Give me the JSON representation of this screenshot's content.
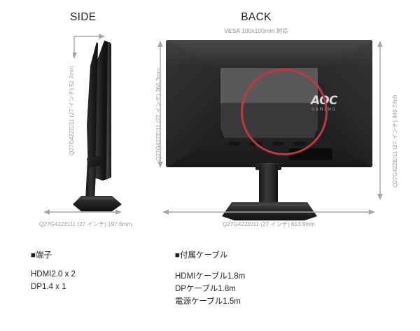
{
  "page": {
    "background": "#ffffff",
    "accent_red": "#bd3a3c",
    "dimension_line_color": "#a6a6a6"
  },
  "side_view": {
    "title": "SIDE",
    "depth_label": "Q27G42ZE/11 (27 インチ) 52.7mm",
    "width_label": "Q27G42ZE/11 (27 インチ) 197.6mm"
  },
  "back_view": {
    "title": "BACK",
    "subtitle": "VESA 100x100mm 対応",
    "height_label": "Q27G42ZE/11 (27 インチ) 366.3mm",
    "total_height_label": "Q27G42ZE/11 (27 インチ) 449.7mm",
    "width_label": "Q27G42ZE/11 (27 インチ) 613.9mm",
    "brand": "AOC",
    "brand_sub": "GAMING"
  },
  "ports_block": {
    "heading": "■端子",
    "lines": [
      "HDMI2.0 x 2",
      "DP1.4 x 1"
    ]
  },
  "cables_block": {
    "heading": "■付属ケーブル",
    "lines": [
      "HDMIケーブル1.8m",
      "DPケーブル1.8m",
      "電源ケーブル1.5m"
    ]
  }
}
